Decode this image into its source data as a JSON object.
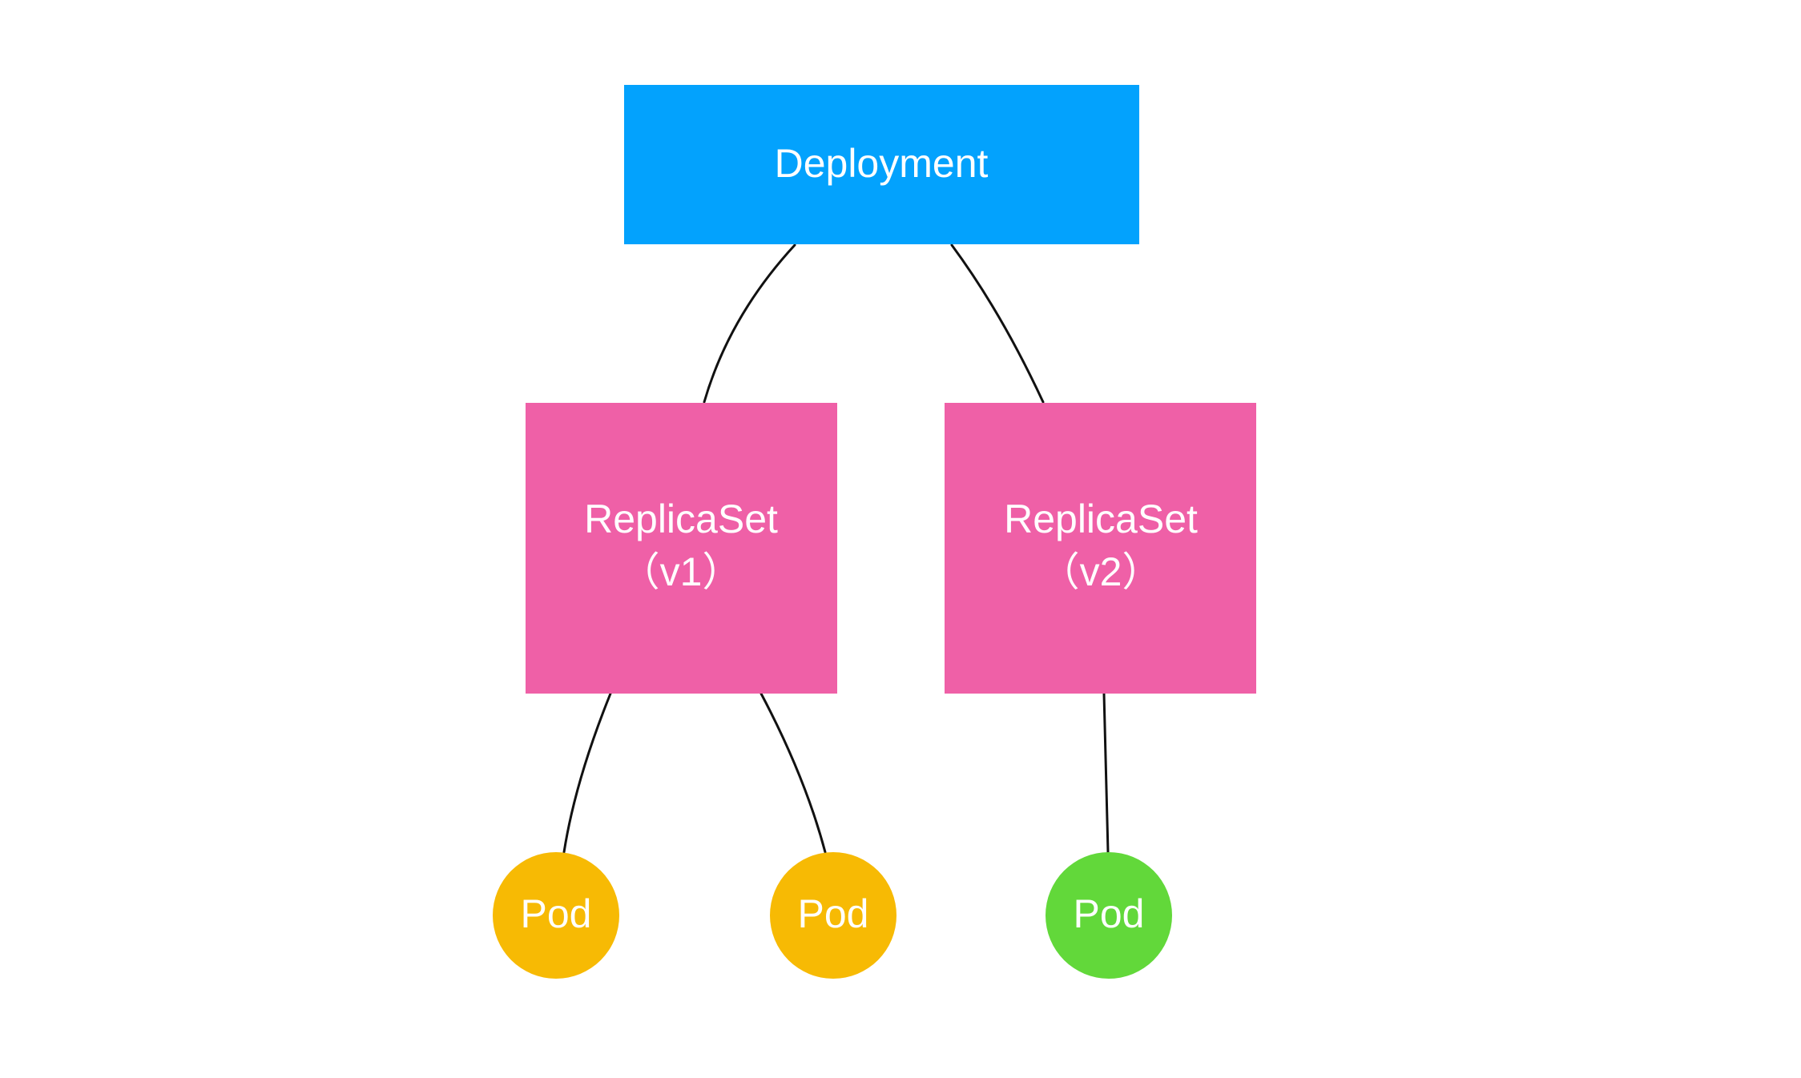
{
  "colors": {
    "deployment": "#03A2FD",
    "replicaset": "#EF60A7",
    "pod_v1": "#F7BA04",
    "pod_v2": "#62D83A",
    "connector": "#111111",
    "text": "#FFFFFF",
    "background": "#FFFFFF"
  },
  "deployment": {
    "label": "Deployment"
  },
  "replicasets": [
    {
      "name": "ReplicaSet",
      "version": "（v1）"
    },
    {
      "name": "ReplicaSet",
      "version": "（v2）"
    }
  ],
  "pods": [
    {
      "label": "Pod",
      "owner": "v1",
      "color_key": "pod_v1"
    },
    {
      "label": "Pod",
      "owner": "v1",
      "color_key": "pod_v1"
    },
    {
      "label": "Pod",
      "owner": "v2",
      "color_key": "pod_v2"
    }
  ]
}
